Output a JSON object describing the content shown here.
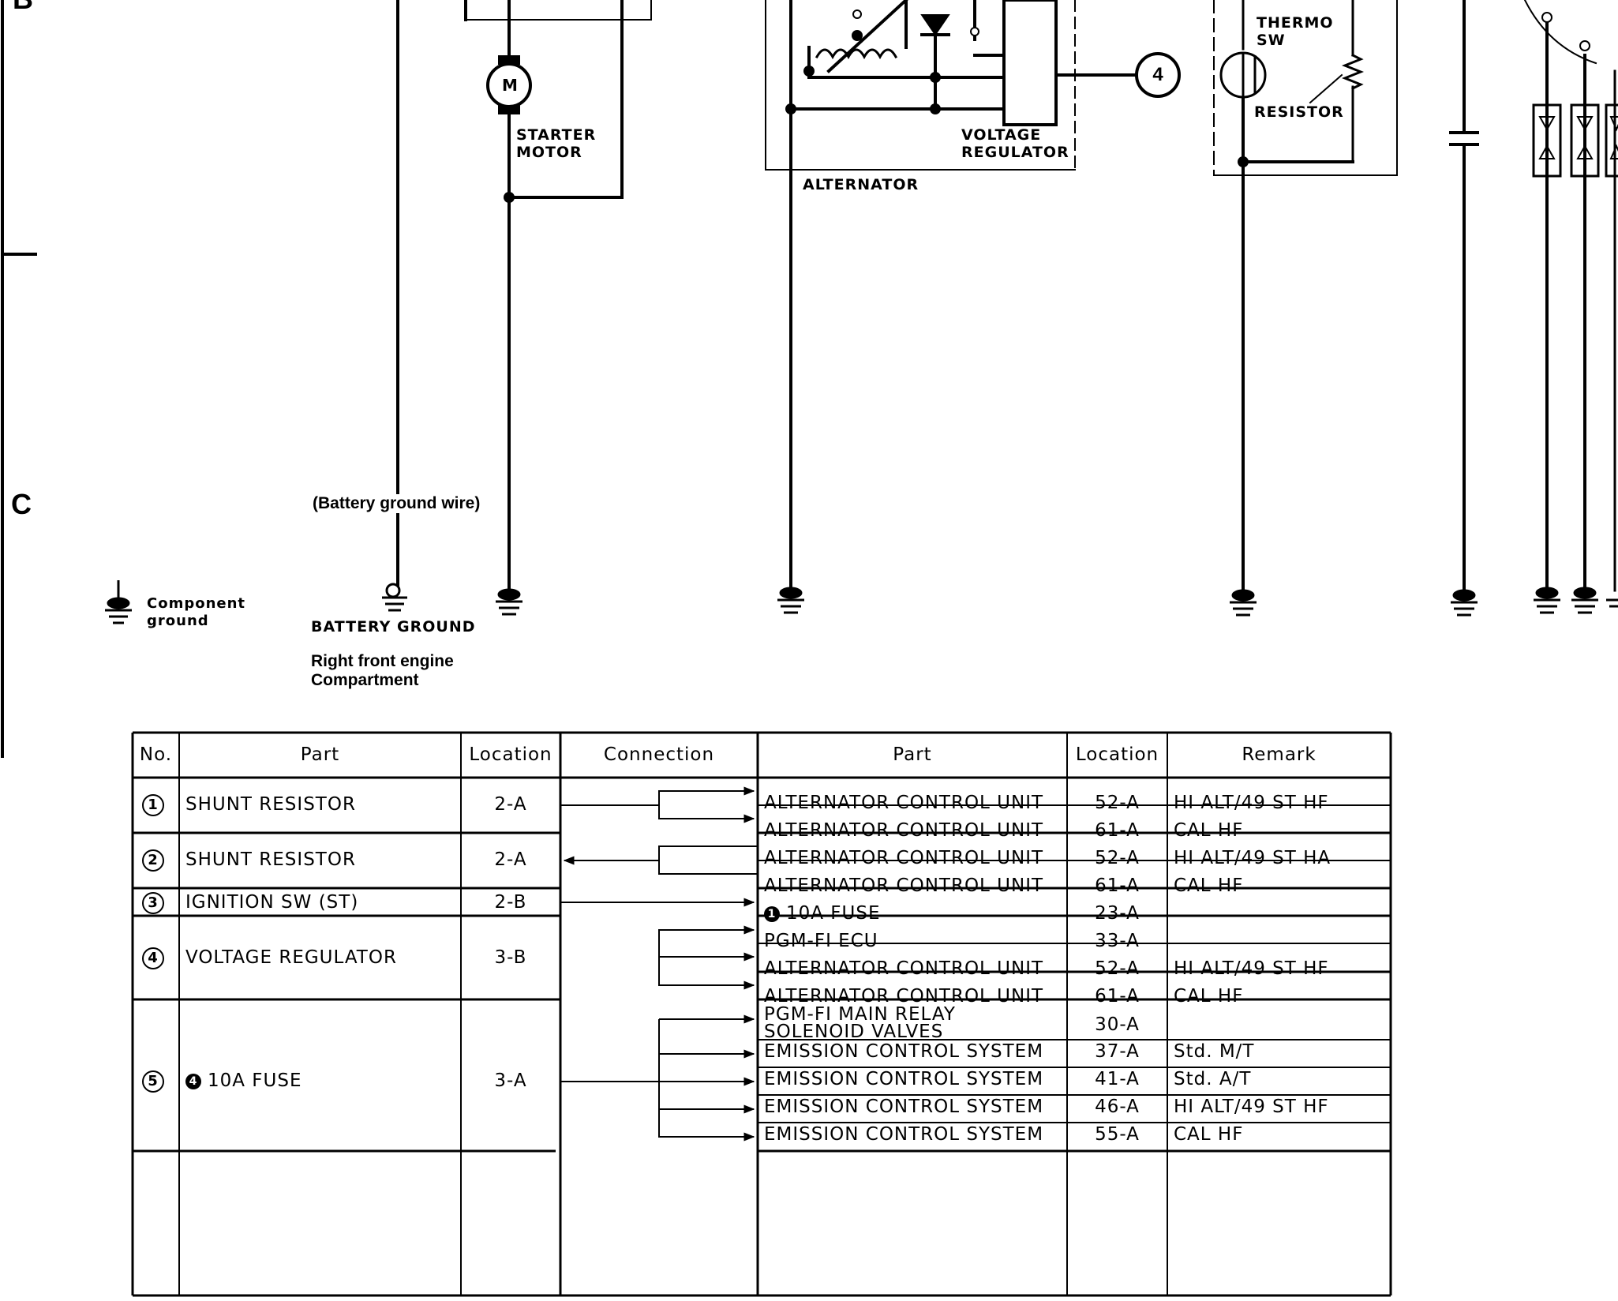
{
  "zones": {
    "b": "B",
    "c": "C"
  },
  "components": {
    "starter_motor": "STARTER\nMOTOR",
    "motor_symbol": "M",
    "alternator": "ALTERNATOR",
    "voltage_regulator": "VOLTAGE\nREGULATOR",
    "connector_4": "4",
    "thermo_sw": "THERMO\nSW",
    "resistor": "RESISTOR"
  },
  "grounds": {
    "battery_ground_wire": "(Battery ground wire)",
    "battery_ground": "BATTERY GROUND",
    "location_note": "Right front engine\nCompartment",
    "legend_label": "Component\nground"
  },
  "table": {
    "headers": {
      "no": "No.",
      "part_left": "Part",
      "location_left": "Location",
      "connection": "Connection",
      "part_right": "Part",
      "location_right": "Location",
      "remark": "Remark"
    },
    "left_rows": [
      {
        "no": "1",
        "part": "SHUNT RESISTOR",
        "location": "2-A"
      },
      {
        "no": "2",
        "part": "SHUNT RESISTOR",
        "location": "2-A"
      },
      {
        "no": "3",
        "part": "IGNITION SW (ST)",
        "location": "2-B"
      },
      {
        "no": "4",
        "part": "VOLTAGE REGULATOR",
        "location": "3-B"
      },
      {
        "no": "5",
        "part": "10A FUSE",
        "part_badge": "4",
        "location": "3-A"
      }
    ],
    "right_rows": [
      {
        "part": "ALTERNATOR CONTROL UNIT",
        "location": "52-A",
        "remark": "HI ALT/49 ST HF"
      },
      {
        "part": "ALTERNATOR CONTROL UNIT",
        "location": "61-A",
        "remark": "CAL HF"
      },
      {
        "part": "ALTERNATOR CONTROL UNIT",
        "location": "52-A",
        "remark": "HI ALT/49 ST HA"
      },
      {
        "part": "ALTERNATOR CONTROL UNIT",
        "location": "61-A",
        "remark": "CAL HF"
      },
      {
        "part": "10A FUSE",
        "part_badge": "1",
        "location": "23-A",
        "remark": ""
      },
      {
        "part": "PGM-FI ECU",
        "location": "33-A",
        "remark": ""
      },
      {
        "part": "ALTERNATOR CONTROL UNIT",
        "location": "52-A",
        "remark": "HI ALT/49 ST HF"
      },
      {
        "part": "ALTERNATOR CONTROL UNIT",
        "location": "61-A",
        "remark": "CAL HF"
      },
      {
        "part": "PGM-FI MAIN RELAY\nSOLENOID VALVES",
        "location": "30-A",
        "remark": ""
      },
      {
        "part": "EMISSION CONTROL SYSTEM",
        "location": "37-A",
        "remark": "Std. M/T"
      },
      {
        "part": "EMISSION CONTROL SYSTEM",
        "location": "41-A",
        "remark": "Std. A/T"
      },
      {
        "part": "EMISSION CONTROL SYSTEM",
        "location": "46-A",
        "remark": "HI ALT/49 ST HF"
      },
      {
        "part": "EMISSION CONTROL SYSTEM",
        "location": "55-A",
        "remark": "CAL HF"
      }
    ]
  }
}
